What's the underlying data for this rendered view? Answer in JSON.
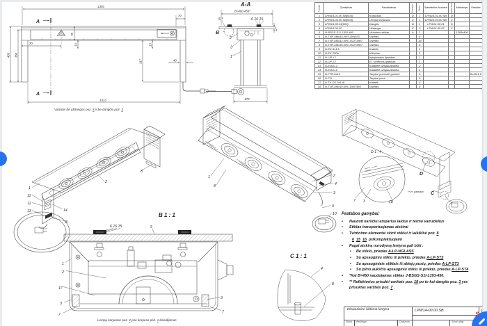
{
  "views": {
    "front": {
      "caption": {
        "pre": "Vaizdas be uždangos poz. ",
        "n1": "4",
        "mid": "  ir be dangčio poz. ",
        "n2": "3"
      },
      "dims": {
        "top_width": "1393",
        "top_right_offset": "70",
        "bar_height": "78",
        "left_offset": "70",
        "glass_inset_left": "13",
        "glass_inset_right": "13",
        "leg_length": "317",
        "leg_width": "40",
        "height_outer": "400",
        "height_inner": "360",
        "bottom_width": "1313"
      },
      "section_mark_top": "A",
      "section_mark_bottom": "A"
    },
    "section_aa": {
      "title": "A-A",
      "width_dim": "B=400-450*",
      "bottom_dim": "170",
      "thickness_dim": "4",
      "callouts": {
        "c5": "5 *",
        "c61615": "6 16 15",
        "c2": "2",
        "c3": "3",
        "c1": "1",
        "detail": "B"
      }
    },
    "iso_left": {
      "callouts": {
        "c1": "1",
        "c11": "11",
        "c12": "12",
        "c13": "13",
        "c14": "14",
        "c8a": "8",
        "c2": "2",
        "c8b": "8"
      }
    },
    "iso_right": {
      "callouts": {
        "c1": "1",
        "c8": "8",
        "c2": "2",
        "c4": "4",
        "c3": "3",
        "c9": "9",
        "c10": "10"
      }
    },
    "iso_top": {
      "detail_label": "D",
      "corner_label": "C",
      "note_ref": "** žr. pastaba",
      "detail_d": {
        "title": "D 1 : 4",
        "callouts": {
          "c7": "7",
          "c3": "3",
          "c18": "18"
        }
      }
    },
    "detail_b": {
      "title": "B 1 : 1",
      "callouts": {
        "c61615": "6 16 15",
        "c5": "5"
      },
      "section": {
        "callouts": {
          "l1": "1",
          "l2": "2",
          "l17": "17",
          "l3": "3",
          "l7": "7",
          "r3": "3",
          "r7": "7"
        },
        "caption": {
          "pre": "Lempų korpusas poz. ",
          "n1": "2",
          "mid": " prie korpuso poz. ",
          "n2": "1",
          "post": " kniedijamas"
        }
      }
    },
    "detail_c": {
      "title": "C 1 : 1",
      "callouts": {
        "c4": "4",
        "c8": "8"
      }
    }
  },
  "parts_table": {
    "headers": [
      "Pozicija",
      "Žymėjimas",
      "Pavadinimas",
      "Formatas",
      "Kiekis",
      "Standartinis Numeris",
      "Standartinė medžiaga",
      "Matmenys",
      "Pastaba"
    ],
    "rows": [
      [
        "1",
        "LPW14-01.00 SB(003)",
        "Korpusas",
        "D",
        "1",
        "LPW14-01.00 SB",
        "D",
        "",
        ""
      ],
      [
        "2",
        "LPW14-04.00 SB(003)",
        "Lempų korpusas",
        "C",
        "1",
        "LPW14-04.00 SB",
        "C",
        "",
        ""
      ],
      [
        "3",
        "LPW14-00.01(003)",
        "Dangtis",
        "D",
        "1",
        "LPW14-00.01",
        "D",
        "",
        ""
      ],
      [
        "4",
        "LPW14-00.02",
        "Uždanga",
        "C",
        "2",
        "LPW14-00.02",
        "C",
        "",
        ""
      ],
      [
        "5",
        "N-BSGS-S1I-1393-400",
        "Viršutinis stiklas",
        "A",
        "1",
        "",
        "",
        "1393x400",
        ""
      ],
      [
        "6",
        "N-TVR-6Mo16-NPL-DIN933",
        "Varžtas",
        "",
        "6",
        "",
        "",
        "",
        ""
      ],
      [
        "7",
        "N-TVR-M5x12-NPL-ISO7380T",
        "Varžtas",
        "",
        "16",
        "",
        "",
        "",
        ""
      ],
      [
        "8",
        "N-TVR-M5x35-NPL-ISO7380T",
        "Varžtas",
        "",
        "4",
        "",
        "",
        "",
        ""
      ],
      [
        "9",
        "N-EK-3x1,5",
        "Kabelis",
        "",
        "1",
        "",
        "",
        "",
        ""
      ],
      [
        "10",
        "N-EK-250V",
        "Kištukas",
        "",
        "1",
        "",
        "",
        "",
        ""
      ],
      [
        "11",
        "N-LIP-L1",
        "Įspėjamasis lipdukas",
        "",
        "1",
        "",
        "",
        "",
        ""
      ],
      [
        "12",
        "N-LIP-L2",
        "El. schemos lipdukas",
        "",
        "1",
        "",
        "",
        "",
        ""
      ],
      [
        "13",
        "N-EJKU-3",
        "Kaladėlė užspaudžiama",
        "",
        "2",
        "",
        "",
        "",
        ""
      ],
      [
        "14",
        "N-EJKU-2",
        "Kaladėlė užspaudžiama",
        "",
        "1",
        "",
        "",
        "",
        ""
      ],
      [
        "15",
        "N-FTR-6x12",
        "Tarpinė poveržlė guminė",
        "",
        "6",
        "",
        "",
        "",
        "8x13x1,5"
      ],
      [
        "16",
        "N-F1I",
        "Tarpinė įvorė",
        "",
        "6",
        "",
        "",
        "",
        ""
      ],
      [
        "17",
        "N-TK-D3 2x6-AI",
        "Kniedė",
        "",
        "4",
        "",
        "",
        "",
        ""
      ],
      [
        "18",
        "N-TVR-M4x10-NPL-DIN7985",
        "Varžtas",
        "",
        "4",
        "",
        "",
        "",
        ""
      ]
    ]
  },
  "notes": {
    "title": "Pastabos gamybai:",
    "n1": "Naudoti karščiui atsparius laidus ir termo vamzdelius",
    "n2": "Stiklas transportuojamas atskirai",
    "n3a": "Tvirtinimo elementai skirti stiklui ir laikikliui poz. ",
    "n3_num": "8",
    "n3b_n1": "6",
    "n3b_n2": "15",
    "n3b_n3": "16",
    "n3b_text": "prikomplektuojami",
    "n4": "Pagal atskirą nurodymą lentyna gali būti :",
    "n4a_pre": "Be stiklo, priedas ",
    "n4a_code": "A-LP-NGLASS",
    "n4b_pre": "Su apsauginiu stiklu iš priekio, priedas ",
    "n4b_code": "A-LP-ST2",
    "n4c_pre": "Su apsauginiais stiklais iš abiejų pusių, priedas ",
    "n4c_code": "A-LP-ST3",
    "n4d_pre": "Su pilno aukščio apsauginiu stiklu iš priekio, priedas ",
    "n4d_code": "A-LP-ST4",
    "n5": "*Kai B=450 naudojamas stiklas J-BSGS-S1I-1393-450.",
    "n6a": "** Reflektorius prisukti varžtais poz. ",
    "n6_num1": "18",
    "n6b": " po to kai dangtis poz. ",
    "n6_num2": "3",
    "n6c": " yra prisuktas varžtais poz. ",
    "n6_num3": "7",
    "n6d": " ."
  },
  "title_block": {
    "product": "Ekspozicinė šildoma lentyna",
    "drawing_no": "LPW14-00.00 SB",
    "revision": "C",
    "stamp": "S",
    "field_storis": "Storis",
    "field_medziaga": "Medžiaga:",
    "field_dazymas": "Dažymas:",
    "field_svoris": "Svoris (kg):"
  },
  "chrome": {
    "accent_blue": "#2573ef",
    "page_bg": "#ffffff",
    "edge_gray": "#e9ebee"
  }
}
